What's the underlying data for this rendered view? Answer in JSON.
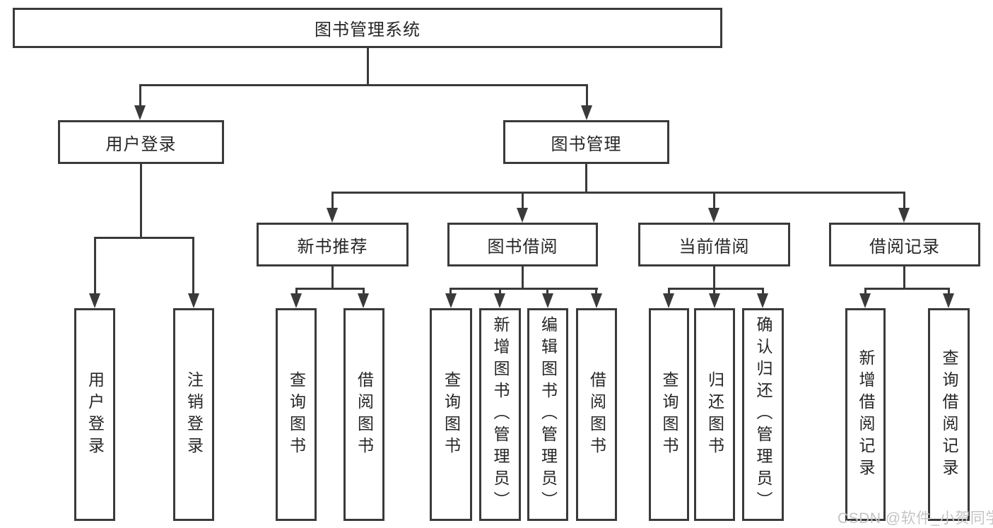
{
  "diagram": {
    "root": {
      "label": "图书管理系统"
    },
    "branches": [
      {
        "label": "用户登录",
        "leaves": [
          "用户登录",
          "注销登录"
        ]
      },
      {
        "label": "图书管理",
        "sections": [
          {
            "label": "新书推荐",
            "leaves": [
              "查询图书",
              "借阅图书"
            ]
          },
          {
            "label": "图书借阅",
            "leaves": [
              "查询图书",
              "新增图书（管理员）",
              "编辑图书（管理员）",
              "借阅图书"
            ]
          },
          {
            "label": "当前借阅",
            "leaves": [
              "查询图书",
              "归还图书",
              "确认归还（管理员）"
            ]
          },
          {
            "label": "借阅记录",
            "leaves": [
              "新增借阅记录",
              "查询借阅记录"
            ]
          }
        ]
      }
    ]
  },
  "watermark": {
    "text": "CSDN @软件_小贺同学"
  },
  "colors": {
    "line": "#3a3a3a",
    "text": "#262626",
    "watermark": "#c4c4c4",
    "background": "#ffffff"
  }
}
